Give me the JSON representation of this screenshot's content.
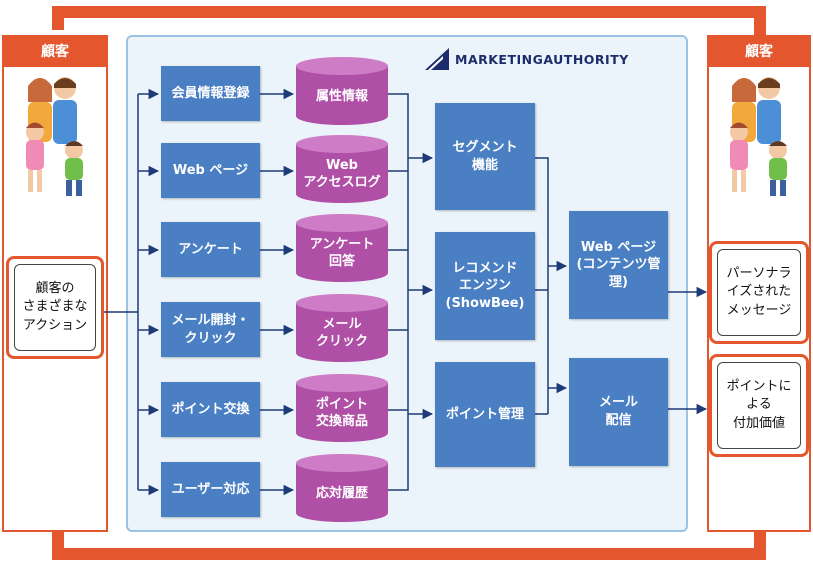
{
  "colors": {
    "accent": "#e4572e",
    "box": "#4a7fc4",
    "cylinder": "#b04fa6",
    "panel": "#ecf4fb",
    "line": "#1f3a78"
  },
  "left_panel": {
    "title": "顧客",
    "action_box": "顧客の\nさまざまな\nアクション"
  },
  "right_panel": {
    "title": "顧客",
    "output_1": "パーソナラ\nイズされた\nメッセージ",
    "output_2": "ポイントに\nよる\n付加価値"
  },
  "logo": {
    "text": "MARKETINGAUTHORITY",
    "icon": "arrow-logo-icon"
  },
  "sources": [
    {
      "box": "会員情報登録",
      "cylinder": "属性情報"
    },
    {
      "box": "Web ページ",
      "cylinder": "Web\nアクセスログ"
    },
    {
      "box": "アンケート",
      "cylinder": "アンケート\n回答"
    },
    {
      "box": "メール開封・\nクリック",
      "cylinder": "メール\nクリック"
    },
    {
      "box": "ポイント交換",
      "cylinder": "ポイント\n交換商品"
    },
    {
      "box": "ユーザー対応",
      "cylinder": "応対履歴"
    }
  ],
  "engines": [
    {
      "label": "セグメント\n機能"
    },
    {
      "label": "レコメンド\nエンジン\n(ShowBee)"
    },
    {
      "label": "ポイント管理"
    }
  ],
  "channels": [
    {
      "label": "Web ページ\n(コンテンツ管理)"
    },
    {
      "label": "メール\n配信"
    }
  ],
  "icons": [
    "family-illustration-icon",
    "family-illustration-icon"
  ]
}
